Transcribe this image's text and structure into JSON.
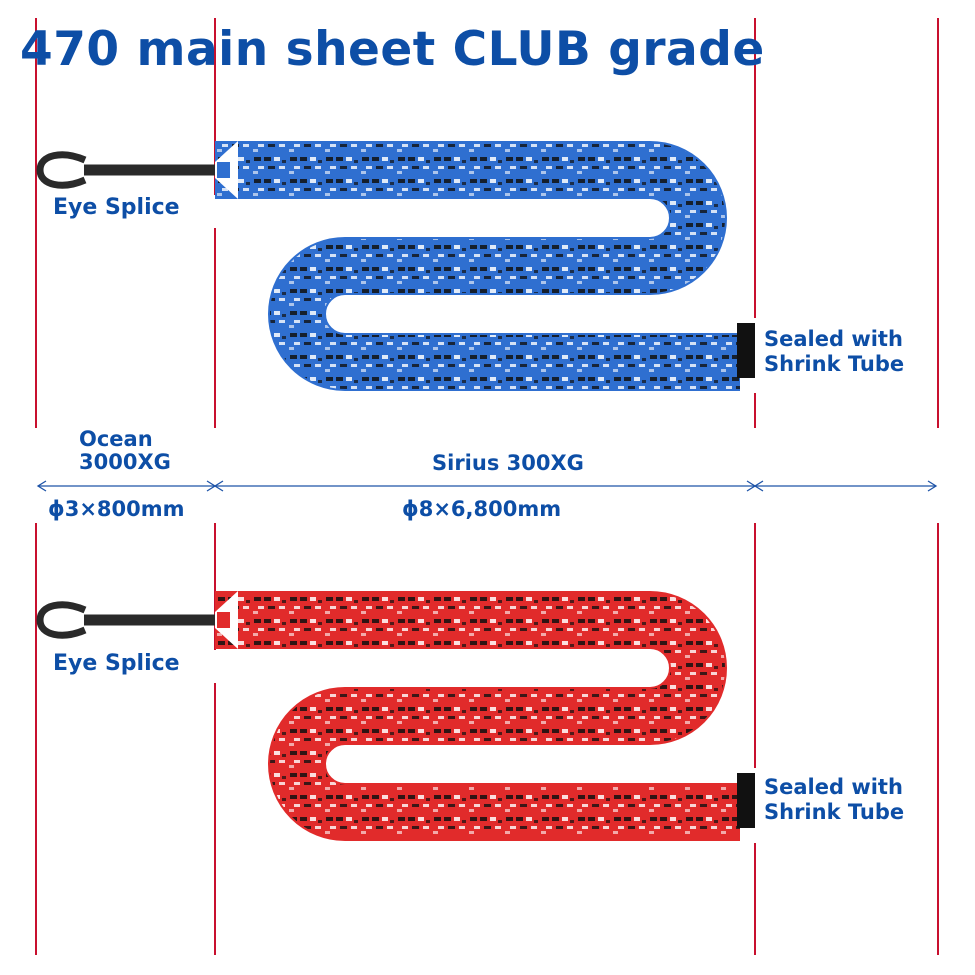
{
  "title": "470 main sheet CLUB grade",
  "labels": {
    "eye_splice": "Eye Splice",
    "sealed_line1": "Sealed with",
    "sealed_line2": "Shrink Tube",
    "ocean_line1": "Ocean",
    "ocean_line2": "3000XG",
    "sirius": "Sirius 300XG",
    "dim_ocean": "ϕ3×800mm",
    "dim_sirius": "ϕ8×6,800mm"
  },
  "colors": {
    "accent_text": "#0d4ea6",
    "guide_line": "#c8102e",
    "rope_blue": "#2f6fd0",
    "rope_red": "#e12b2b",
    "splice": "#2a2a2a",
    "shrink_tube": "#111111"
  }
}
